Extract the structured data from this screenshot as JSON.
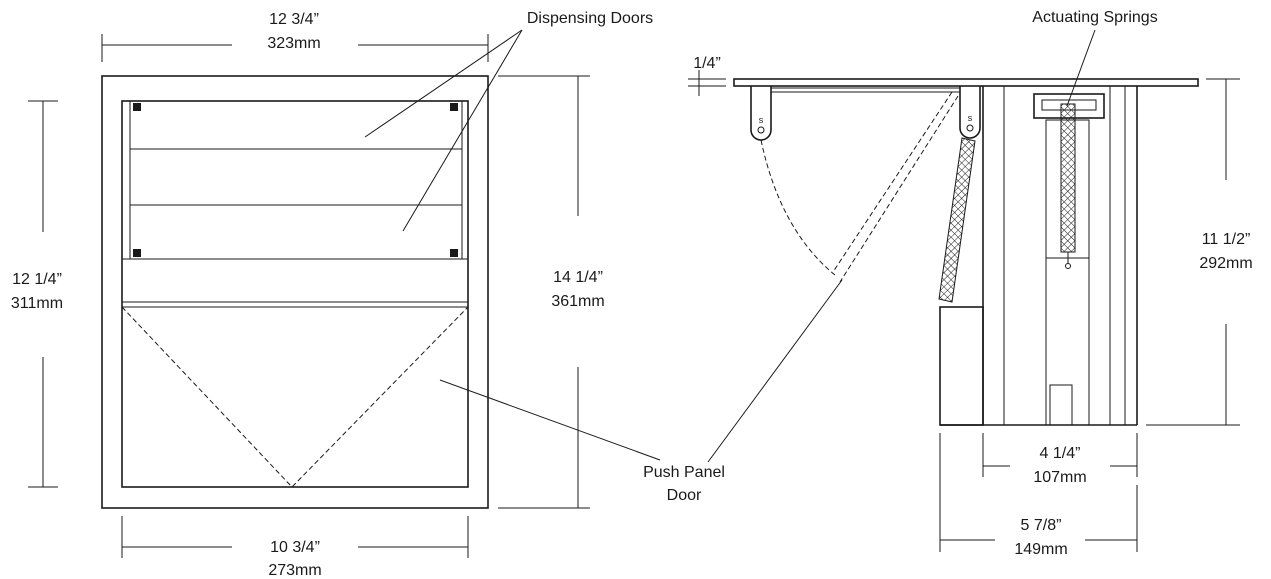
{
  "front_view": {
    "width_overall_in": "12  3/4”",
    "width_overall_mm": "323mm",
    "height_overall_in": "14 1/4”",
    "height_overall_mm": "361mm",
    "height_inner_in": "12 1/4”",
    "height_inner_mm": "311mm",
    "width_inner_in": "10  3/4”",
    "width_inner_mm": "273mm"
  },
  "side_view": {
    "flange_in": "1/4”",
    "height_in": "11 1/2”",
    "height_mm": "292mm",
    "depth_inner_in": "4 1/4”",
    "depth_inner_mm": "107mm",
    "depth_overall_in": "5 7/8”",
    "depth_overall_mm": "149mm",
    "hinge_mark": "s"
  },
  "callouts": {
    "dispensing_doors": "Dispensing Doors",
    "actuating_springs": "Actuating Springs",
    "push_panel_line1": "Push Panel",
    "push_panel_line2": "Door"
  }
}
